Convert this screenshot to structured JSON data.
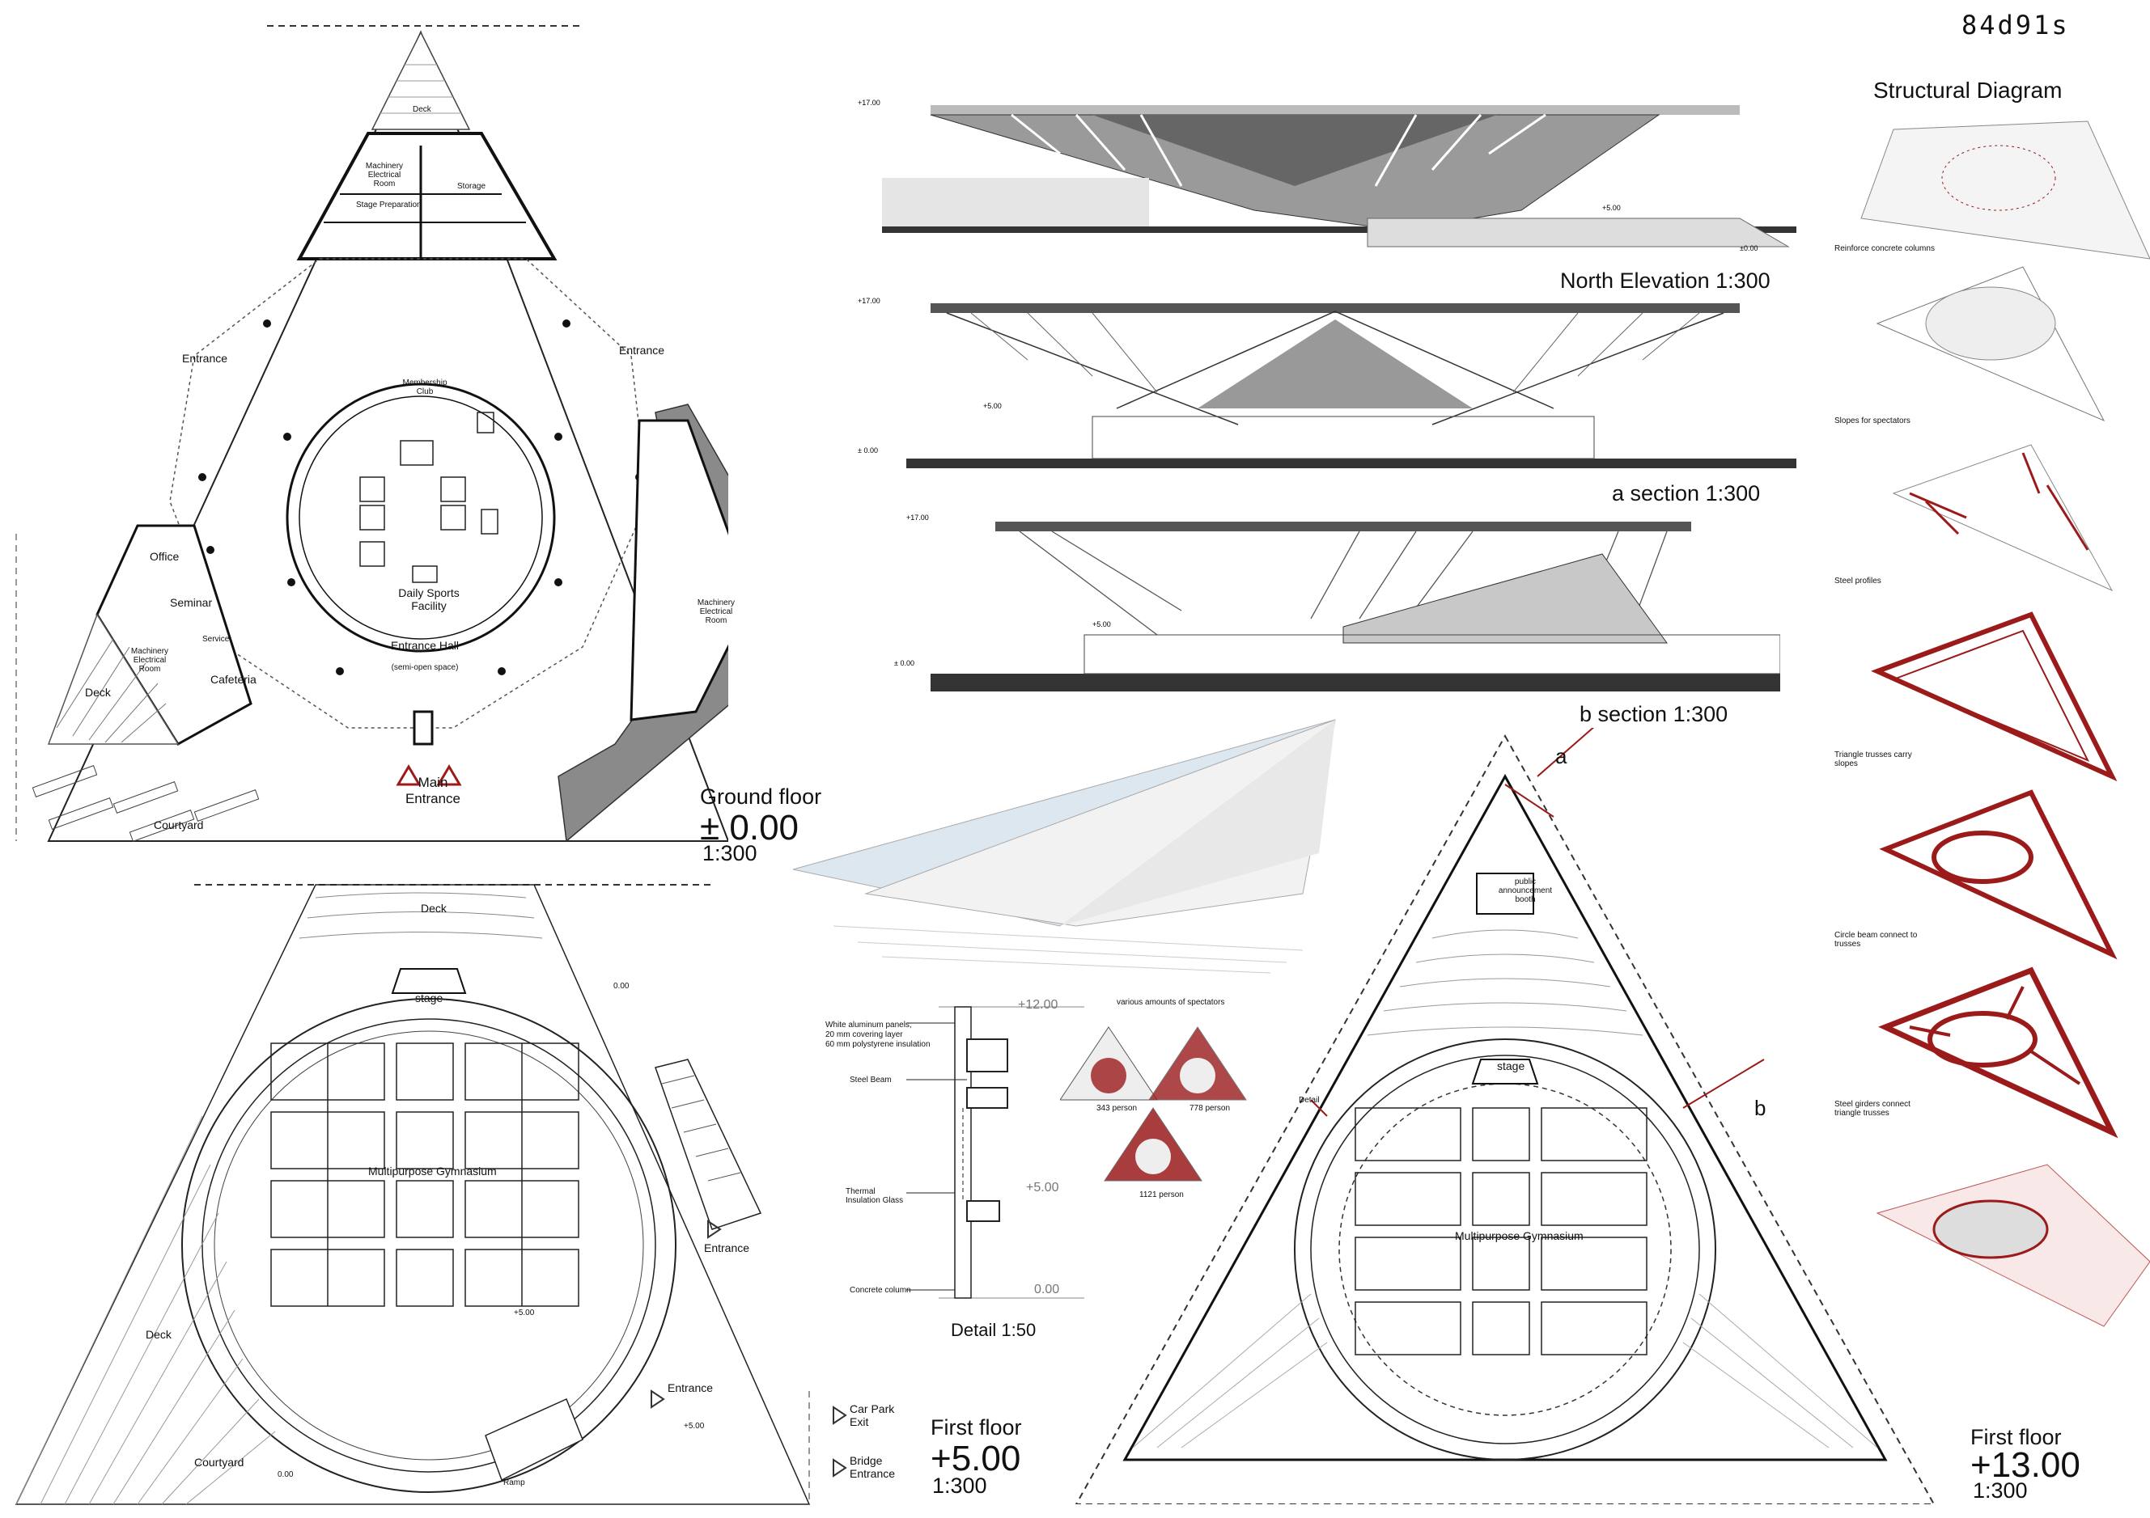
{
  "sheet": {
    "code": "84d91s"
  },
  "ground_floor": {
    "title": "Ground floor",
    "level": "± 0.00",
    "scale": "1:300",
    "labels": {
      "deck_top": "Deck",
      "deck_left": "Deck",
      "machinery_left": "Machinery Electrical Room",
      "storage": "Storage",
      "stage_preparation": "Stage Preparation",
      "entrance_left": "Entrance",
      "entrance_right": "Entrance",
      "membership": "Membership Club",
      "office": "Office",
      "seminar": "Seminar",
      "service": "Service",
      "cafeteria": "Cafeteria",
      "machinery_bl": "Machinery Electrical Room",
      "machinery_right": "Machinery Electrical Room",
      "daily_sports": "Daily Sports Facility",
      "entrance_hall": "Entrance Hall",
      "semi_open": "(semi-open space)",
      "main_entrance": "Main Entrance",
      "courtyard": "Courtyard"
    }
  },
  "first_floor_5": {
    "title": "First floor",
    "level": "+5.00",
    "scale": "1:300",
    "labels": {
      "deck_top": "Deck",
      "deck_left": "Deck",
      "stage": "stage",
      "gym": "Multipurpose Gymnasium",
      "entrance1": "Entrance",
      "entrance2": "Entrance",
      "car_park": "Car Park Exit",
      "bridge": "Bridge Entrance",
      "courtyard": "Courtyard",
      "ramp": "Ramp",
      "level_000a": "0.00",
      "level_500a": "+5.00",
      "level_500b": "+5.00",
      "level_000b": "0.00"
    }
  },
  "first_floor_13": {
    "title": "First floor",
    "level": "+13.00",
    "scale": "1:300",
    "labels": {
      "stage": "stage",
      "gym": "Multipurpose Gymnasium",
      "booth": "public announcement booth",
      "detail": "Detail",
      "section_a": "a",
      "section_b": "b"
    }
  },
  "north_elevation": {
    "title": "North Elevation 1:300",
    "levels": [
      "+17.00",
      "+5.00",
      "±0.00"
    ]
  },
  "section_a": {
    "title": "a section 1:300",
    "levels": [
      "+17.00",
      "+5.00",
      "± 0.00"
    ]
  },
  "section_b": {
    "title": "b section 1:300",
    "levels": [
      "+17.00",
      "+5.00",
      "± 0.00"
    ]
  },
  "detail": {
    "title": "Detail 1:50",
    "levels": [
      "+12.00",
      "+5.00",
      "0.00"
    ],
    "notes": [
      "White aluminum panels;",
      "20 mm covering layer",
      "60 mm polystyrene insulation",
      "Steel Beam",
      "Thermal Insulation Glass",
      "Concrete column"
    ]
  },
  "spectators": {
    "title": "various amounts of spectators",
    "options": [
      "343 person",
      "778 person",
      "1121 person"
    ]
  },
  "structural": {
    "title": "Structural Diagram",
    "steps": [
      "Reinforce concrete columns",
      "Slopes for spectators",
      "Steel profiles",
      "Triangle trusses carry slopes",
      "Circle beam connect to trusses",
      "Steel girders connect triangle trusses"
    ]
  },
  "colors": {
    "accent": "#9b1b1b",
    "ink": "#111111",
    "fill_gray": "#8a8a8a"
  }
}
